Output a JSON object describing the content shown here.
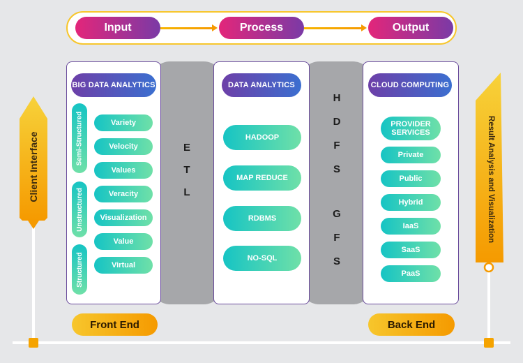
{
  "flow": {
    "input": "Input",
    "process": "Process",
    "output": "Output"
  },
  "big_data": {
    "title": "BIG DATA ANALYTICS",
    "groups": {
      "semi_structured": "Semi-Structured",
      "unstructured": "Unstructured",
      "structured": "Structured"
    },
    "items": [
      "Variety",
      "Velocity",
      "Values",
      "Veracity",
      "Visualization",
      "Value",
      "Virtual"
    ]
  },
  "etl": [
    "E",
    "T",
    "L"
  ],
  "data_analytics": {
    "title": "DATA ANALYTICS",
    "items": [
      "HADOOP",
      "MAP REDUCE",
      "RDBMS",
      "NO-SQL"
    ]
  },
  "storage": {
    "hdfs": [
      "H",
      "D",
      "F",
      "S"
    ],
    "gfs": [
      "G",
      "F",
      "S"
    ]
  },
  "cloud": {
    "title": "CLOUD COMPUTING",
    "provider": "PROVIDER SERVICES",
    "items": [
      "Private",
      "Public",
      "Hybrid",
      "IaaS",
      "SaaS",
      "PaaS"
    ]
  },
  "labels": {
    "client_interface": "Client Interface",
    "result_analysis": "Result Analysis and Visualization",
    "front_end": "Front End",
    "back_end": "Back End"
  },
  "colors": {
    "accent_magenta": "#e3267a",
    "accent_purple": "#6d3fa8",
    "teal": "#16c4c4",
    "orange": "#f59a00",
    "yellow": "#f7c62c",
    "grey_cylinder": "#a6a7aa"
  }
}
